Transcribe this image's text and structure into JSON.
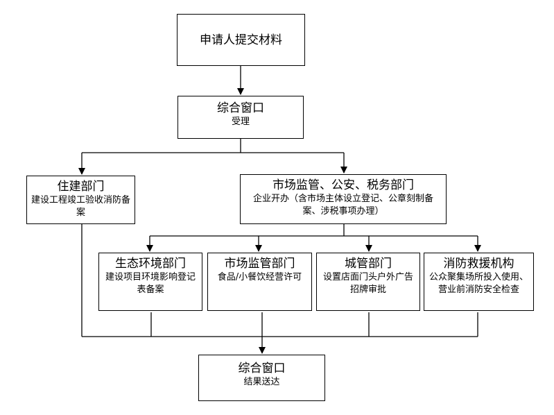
{
  "nodes": {
    "apply": {
      "title": "申请人提交材料"
    },
    "window1": {
      "title": "综合窗口",
      "sub": "受理"
    },
    "housing": {
      "title": "住建部门",
      "sub": "建设工程竣工验收消防备案"
    },
    "market": {
      "title": "市场监管、公安、税务部门",
      "sub": "企业开办（含市场主体设立登记、公章刻制备案、涉税事项办理）"
    },
    "eco": {
      "title": "生态环境部门",
      "sub": "建设项目环境影响登记表备案"
    },
    "marketsup": {
      "title": "市场监管部门",
      "sub": "食品/小餐饮经营许可"
    },
    "urban": {
      "title": "城管部门",
      "sub": "设置店面门头户外广告招牌审批"
    },
    "fire": {
      "title": "消防救援机构",
      "sub": "公众聚集场所投入使用、营业前消防安全检查"
    },
    "window2": {
      "title": "综合窗口",
      "sub": "结果送达"
    }
  }
}
